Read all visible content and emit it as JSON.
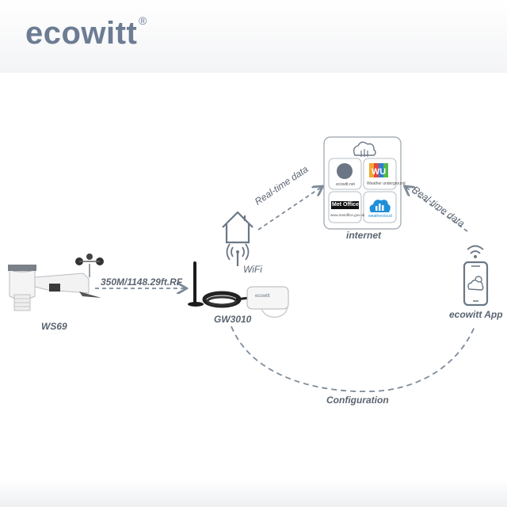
{
  "brand": {
    "logo": "ecowitt",
    "registered": "®"
  },
  "labels": {
    "sensor": "WS69",
    "gateway": "GW3010",
    "rf_link": "350M/1148.29ft.RF",
    "wifi": "WiFi",
    "realtime_left": "Real-time data",
    "realtime_right": "Real-time data",
    "internet": "internet",
    "app": "ecowitt App",
    "configuration": "Configuration"
  },
  "services": [
    {
      "caption": "ecowitt.net"
    },
    {
      "caption": "Weather underground"
    },
    {
      "caption": "www.metoffice.gov.uk"
    },
    {
      "caption": "weathercloud"
    }
  ],
  "met_office_logo": "Met Office",
  "gateway_label": "ecowitt",
  "colors": {
    "logo": "#6b7c93",
    "arrow": "#7d8a99",
    "icon_stroke": "#6b7785",
    "antenna": "#1c1c1c"
  }
}
